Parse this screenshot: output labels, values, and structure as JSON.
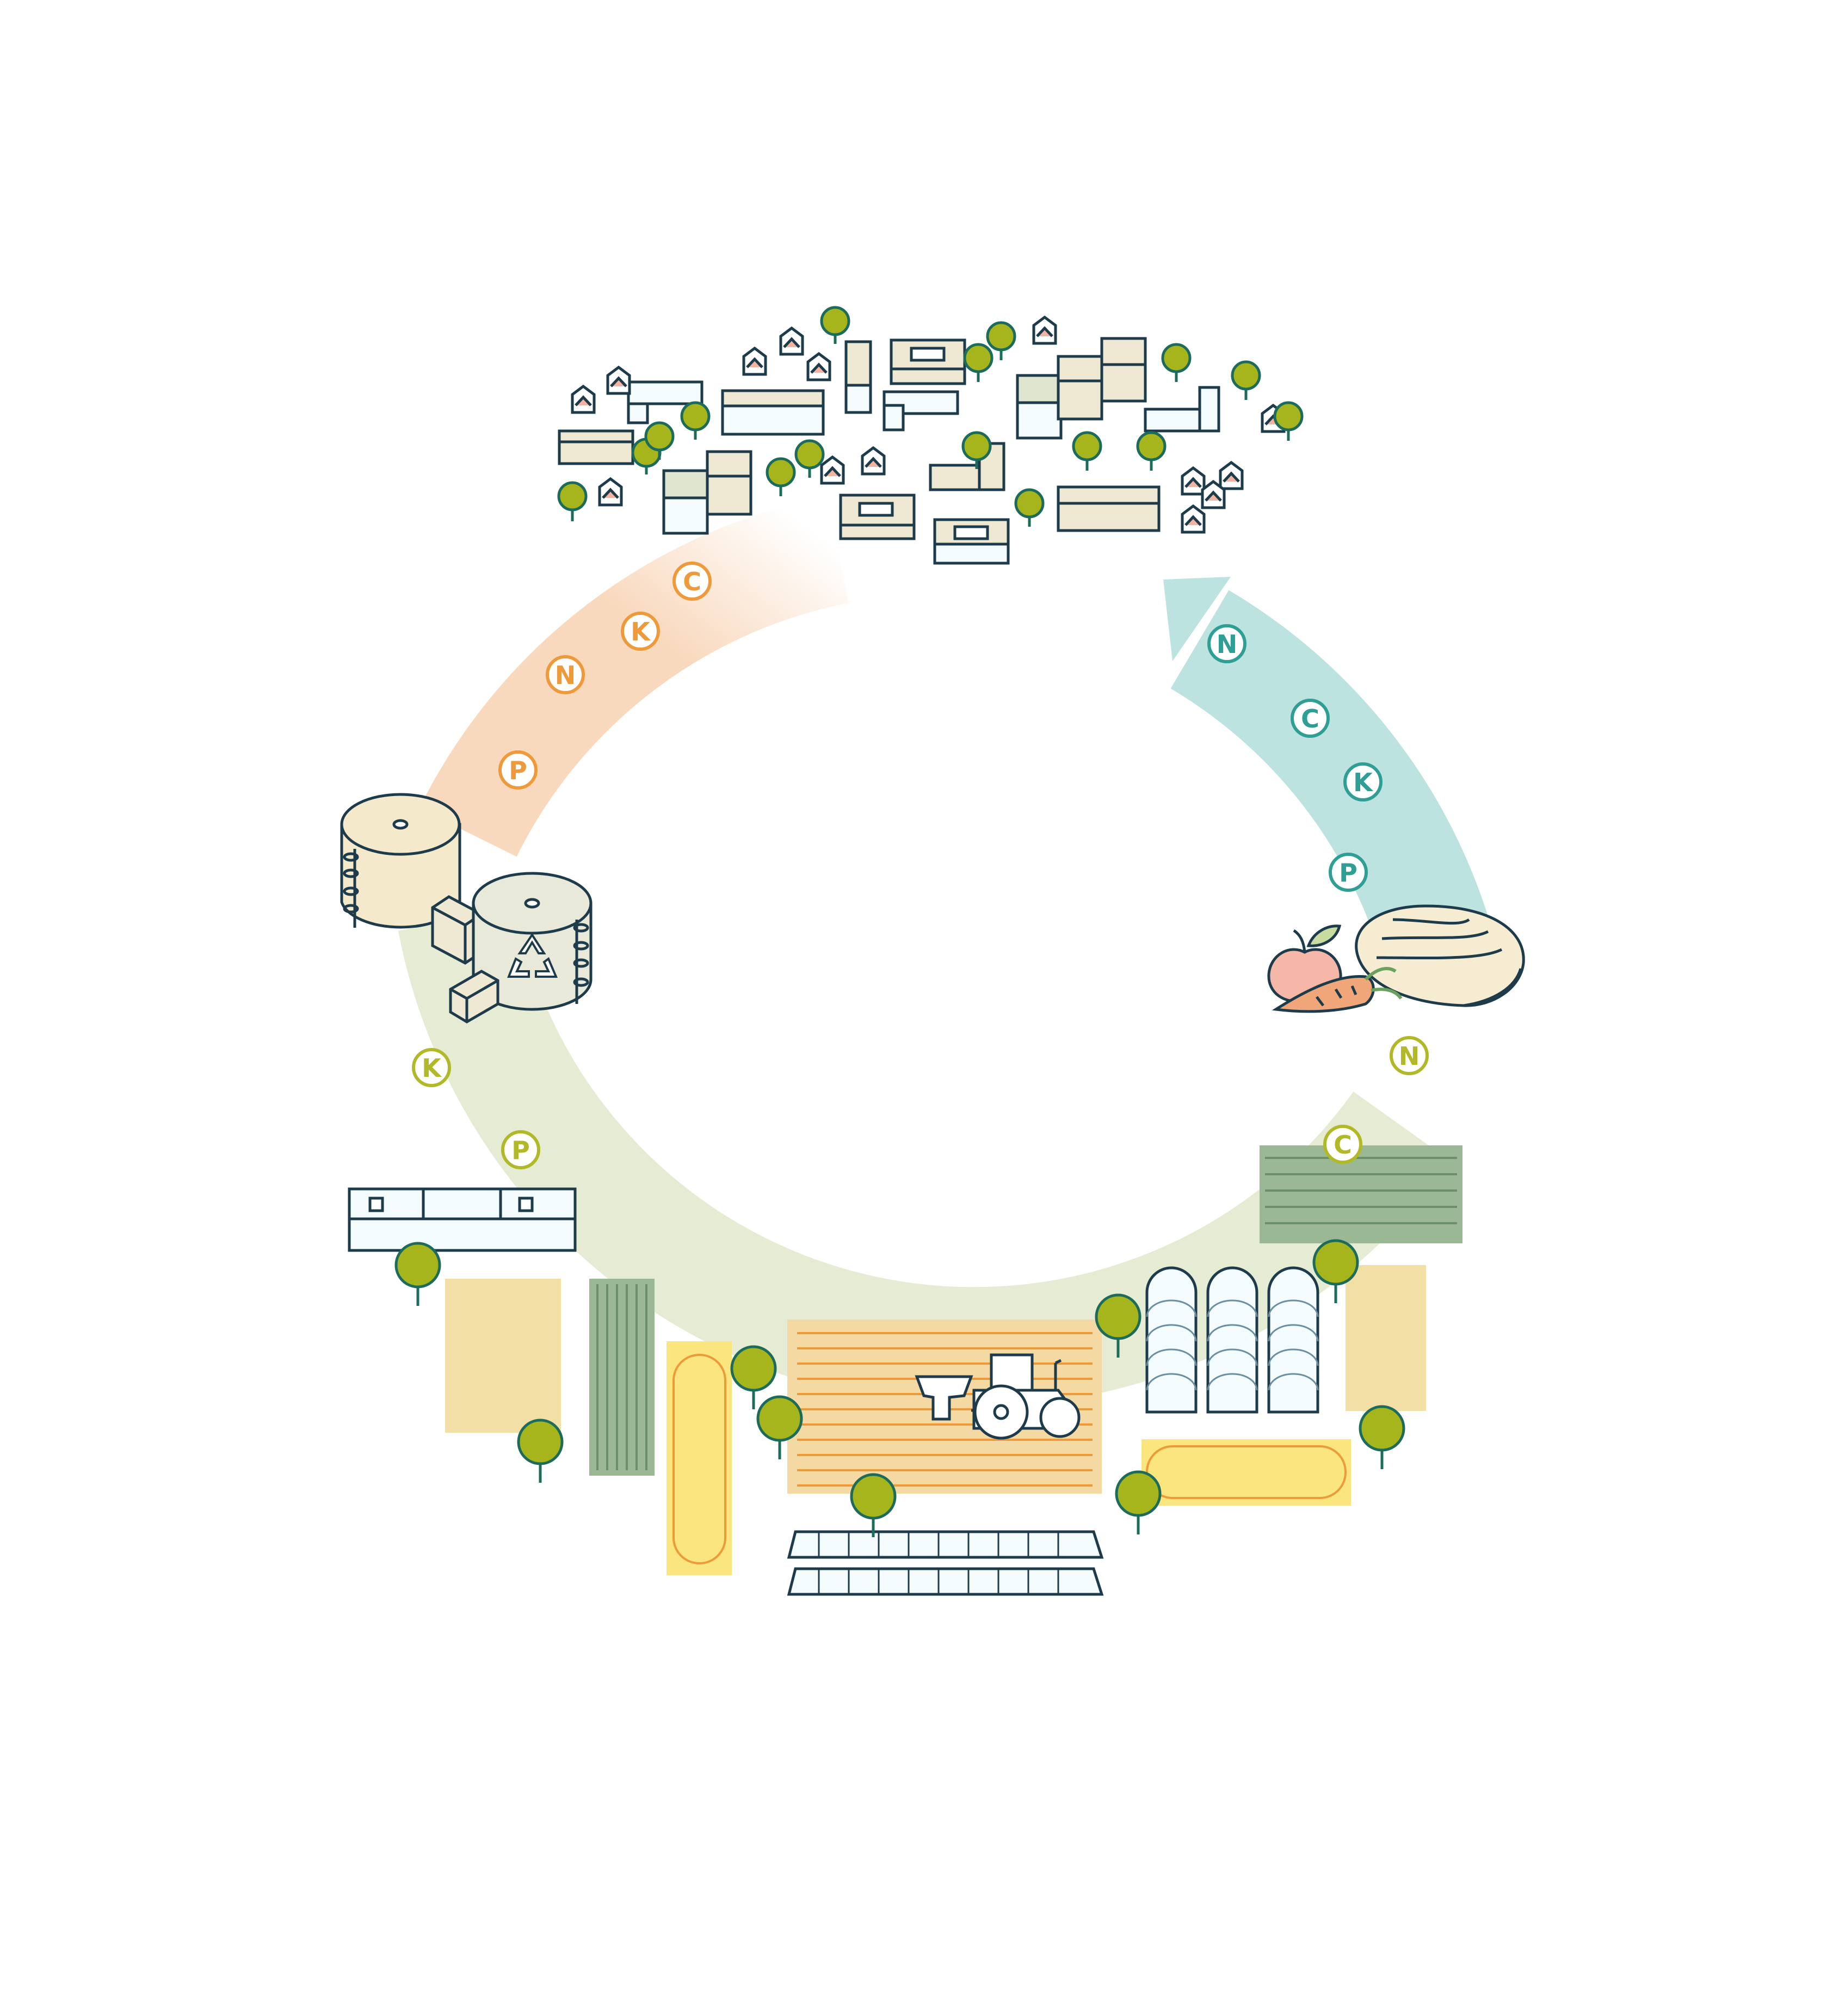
{
  "colors": {
    "orange_arc": "#f9d9be",
    "orange_text": "#ee9a3a",
    "teal_arc": "#bde3e0",
    "teal_text": "#2f9e95",
    "green_arc": "#e5ecd3",
    "green_text": "#b1b928",
    "outline": "#1d3b4a",
    "tree": "#a6b51c",
    "sand": "#f1dfa6",
    "yellow": "#fae57f",
    "field_green": "#9ab893",
    "building_beige": "#efe8d3",
    "building_sage": "#dfe5cf",
    "building_white": "#f3fbfc",
    "roof_pink": "#f2b4a0"
  },
  "nutrients": {
    "orange": {
      "c": "C",
      "k": "K",
      "n": "N",
      "p": "P"
    },
    "teal": {
      "n": "N",
      "c": "C",
      "k": "K",
      "p": "P"
    },
    "green_left": {
      "k": "K",
      "p": "P"
    },
    "green_right": {
      "n": "N",
      "c": "C"
    }
  },
  "icons": {
    "city": "city-icon",
    "recycling": "recycling-icon",
    "food": "food-icon",
    "tractor": "tractor-icon",
    "greenhouse": "greenhouse-icon",
    "farm_building": "farm-building-icon",
    "tree": "tree-icon"
  }
}
